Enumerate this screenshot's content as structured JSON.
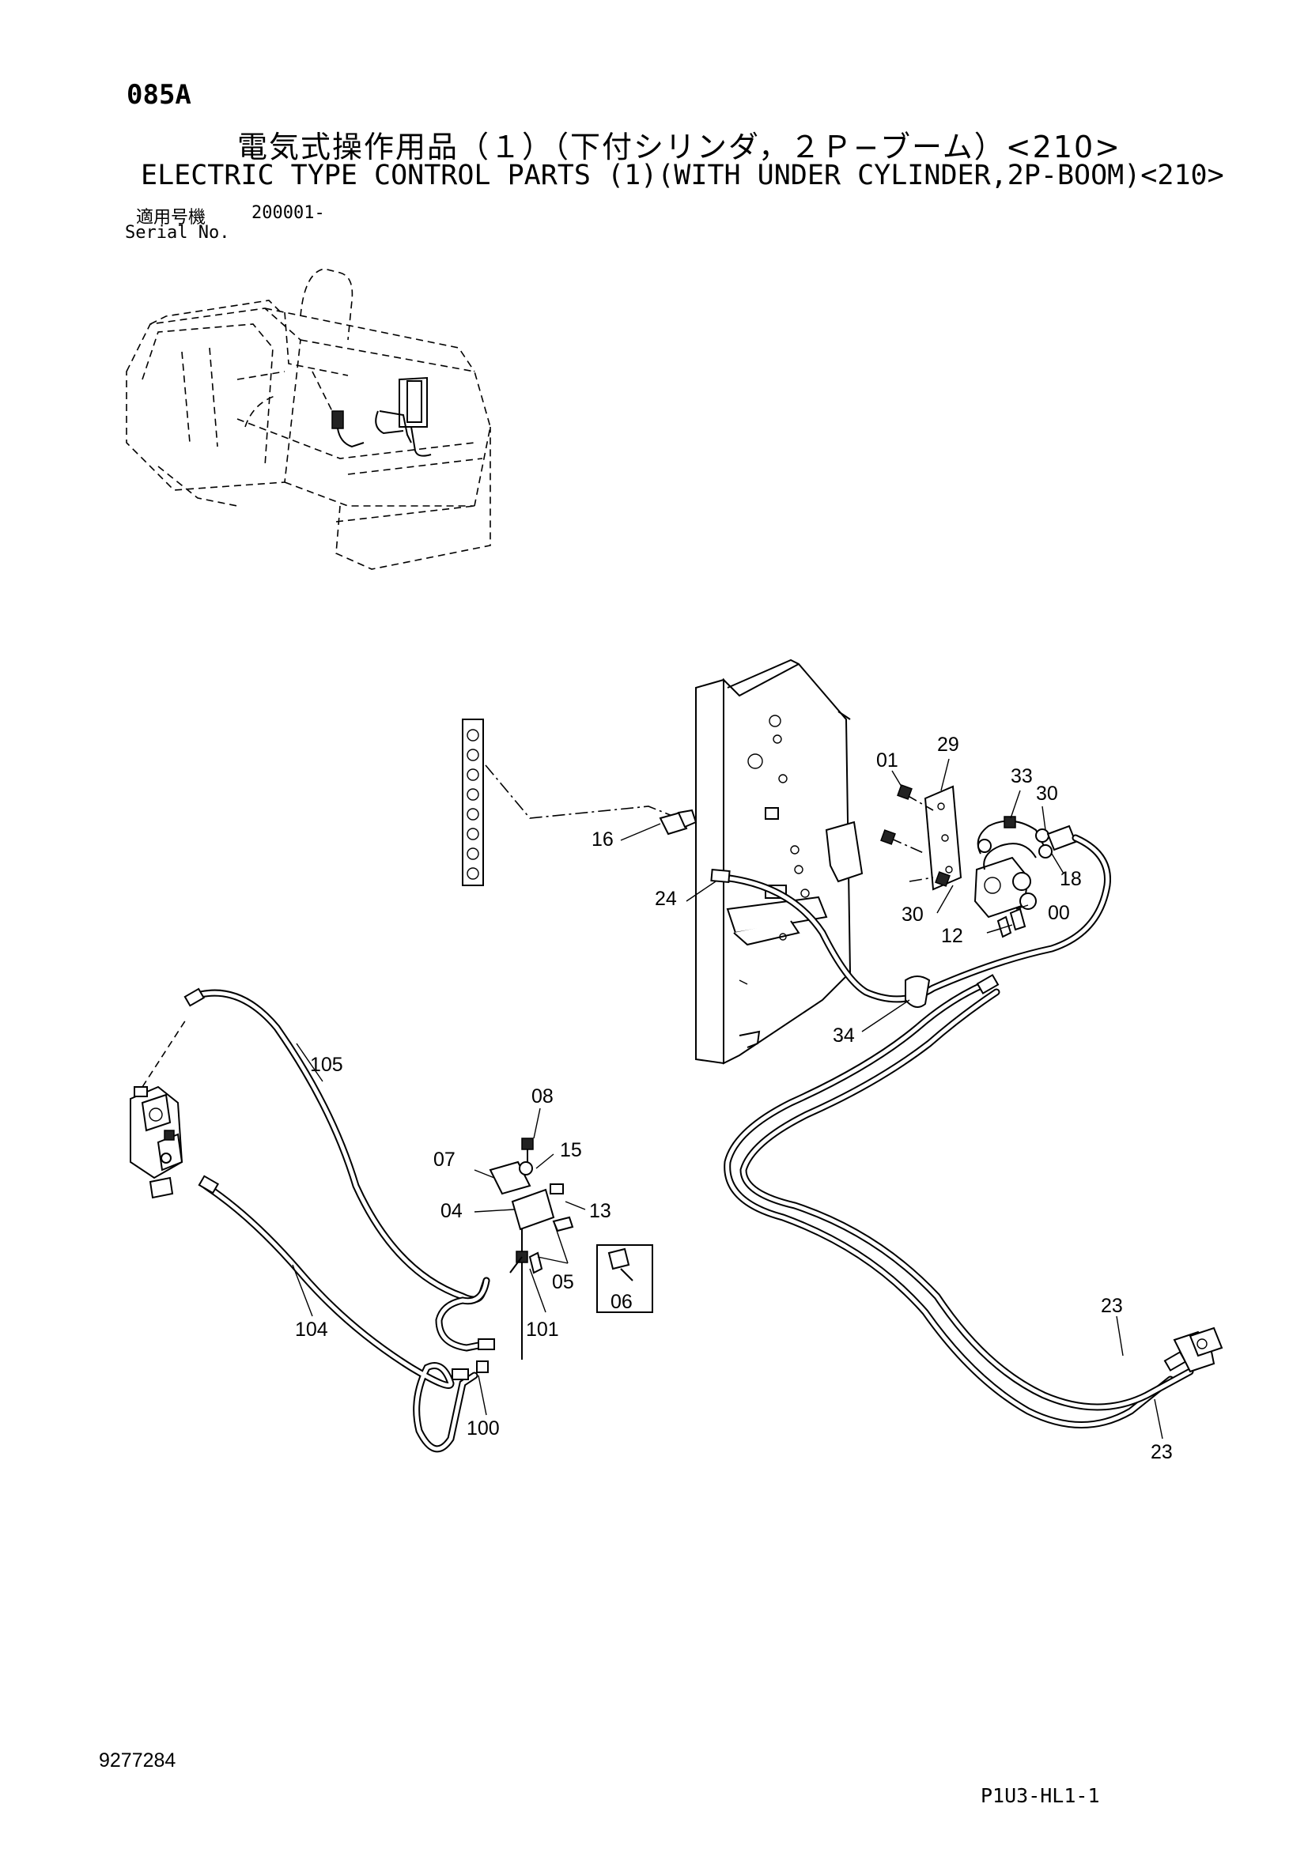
{
  "header": {
    "page_code": "085A",
    "title_jp": "電気式操作用品（１）（下付シリンダ，２Ｐ−ブーム）<210>",
    "title_en": "ELECTRIC TYPE CONTROL PARTS (1)(WITH UNDER CYLINDER,2P-BOOM)<210>",
    "serial_label_jp": "適用号機",
    "serial_value": "200001-",
    "serial_label_en": "Serial No."
  },
  "callouts": {
    "p00": "00",
    "p01": "01",
    "p04": "04",
    "p05": "05",
    "p06": "06",
    "p07": "07",
    "p08": "08",
    "p12": "12",
    "p13": "13",
    "p15": "15",
    "p16": "16",
    "p18": "18",
    "p23a": "23",
    "p23b": "23",
    "p24": "24",
    "p29": "29",
    "p30a": "30",
    "p30b": "30",
    "p33": "33",
    "p34": "34",
    "p100": "100",
    "p101": "101",
    "p104": "104",
    "p105": "105"
  },
  "footer": {
    "doc_number": "9277284",
    "sheet_code": "P1U3-HL1-1"
  }
}
